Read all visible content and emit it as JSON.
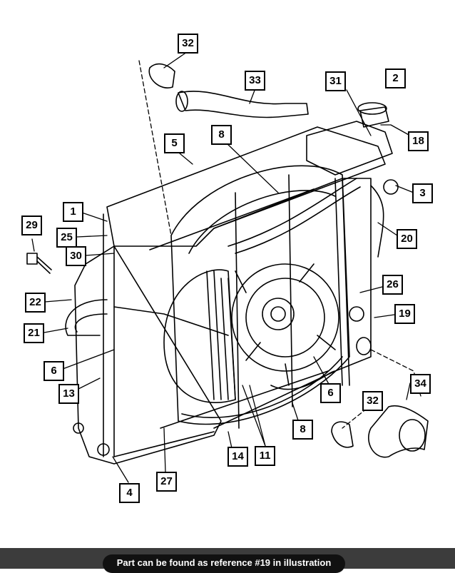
{
  "callouts": {
    "c1": "1",
    "c2": "2",
    "c3": "3",
    "c4": "4",
    "c5": "5",
    "c6a": "6",
    "c6b": "6",
    "c8a": "8",
    "c8b": "8",
    "c11": "11",
    "c13": "13",
    "c14": "14",
    "c18": "18",
    "c19": "19",
    "c20": "20",
    "c21": "21",
    "c22": "22",
    "c25": "25",
    "c26": "26",
    "c27": "27",
    "c29": "29",
    "c30": "30",
    "c31": "31",
    "c32a": "32",
    "c32b": "32",
    "c33": "33",
    "c34": "34"
  },
  "footer": {
    "message": "Part can be found as reference #19 in illustration"
  },
  "colors": {
    "line": "#000000",
    "background": "#ffffff",
    "footer_bar": "#3c3c3c",
    "footer_pill": "#111111"
  }
}
